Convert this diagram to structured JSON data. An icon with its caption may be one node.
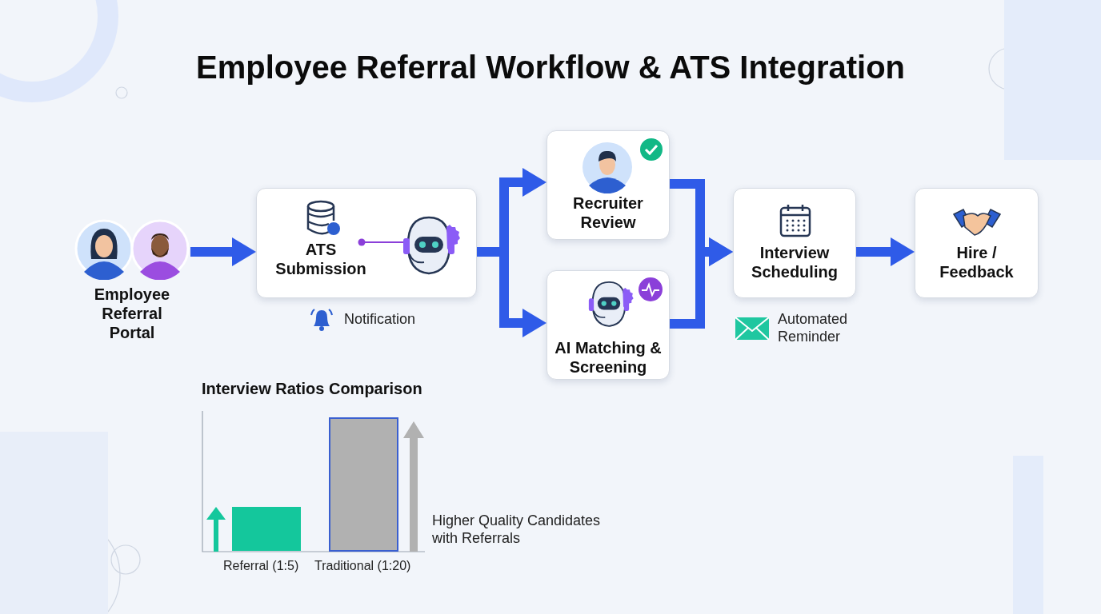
{
  "diagram": {
    "title": "Employee Referral Workflow & ATS Integration",
    "nodes": [
      {
        "text": [
          "Employee Referral Portal"
        ]
      },
      {
        "text": [
          "ATS Submission"
        ],
        "beside": [
          "Notification"
        ]
      },
      {
        "text": [
          "Recruiter Review"
        ]
      },
      {
        "text": [
          "AI Matching & Screening"
        ]
      },
      {
        "text": [
          "Interview Scheduling"
        ],
        "beside": [
          "Automated Reminder"
        ]
      },
      {
        "text": [
          "Hire / Feedback"
        ]
      }
    ],
    "edges": [
      {
        "from": 0,
        "to": 1,
        "arrow": "to"
      },
      {
        "from": 1,
        "to": 2,
        "arrow": "to"
      },
      {
        "from": 1,
        "to": 3,
        "arrow": "to"
      },
      {
        "from": 2,
        "to": 4,
        "arrow": "to"
      },
      {
        "from": 3,
        "to": 4,
        "arrow": "to"
      },
      {
        "from": 4,
        "to": 5,
        "arrow": "to"
      }
    ],
    "labels": [
      "Interview Ratios Comparison",
      "Referral (1:5)",
      "Traditional (1:20)",
      "Higher Quality Candidates with Referrals"
    ]
  }
}
